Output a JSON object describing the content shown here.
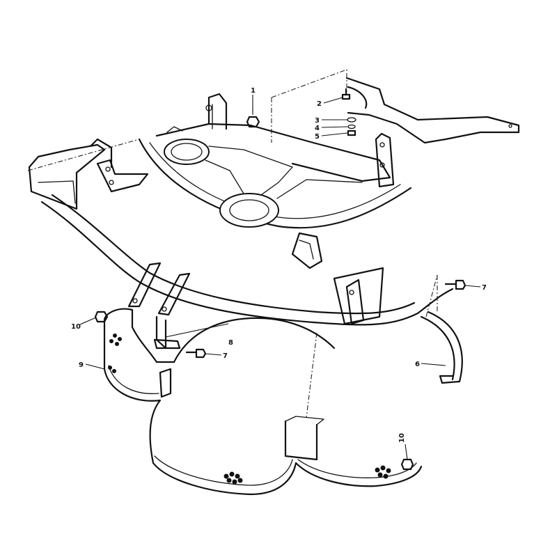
{
  "diagram": {
    "callouts": [
      {
        "id": "c1",
        "label": "1"
      },
      {
        "id": "c2",
        "label": "2"
      },
      {
        "id": "c3",
        "label": "3"
      },
      {
        "id": "c4",
        "label": "4"
      },
      {
        "id": "c5",
        "label": "5"
      },
      {
        "id": "c6",
        "label": "6"
      },
      {
        "id": "c7a",
        "label": "7"
      },
      {
        "id": "c7b",
        "label": "7"
      },
      {
        "id": "c8",
        "label": "8"
      },
      {
        "id": "c9",
        "label": "9"
      },
      {
        "id": "c10a",
        "label": "10"
      },
      {
        "id": "c10b",
        "label": "10"
      }
    ]
  }
}
